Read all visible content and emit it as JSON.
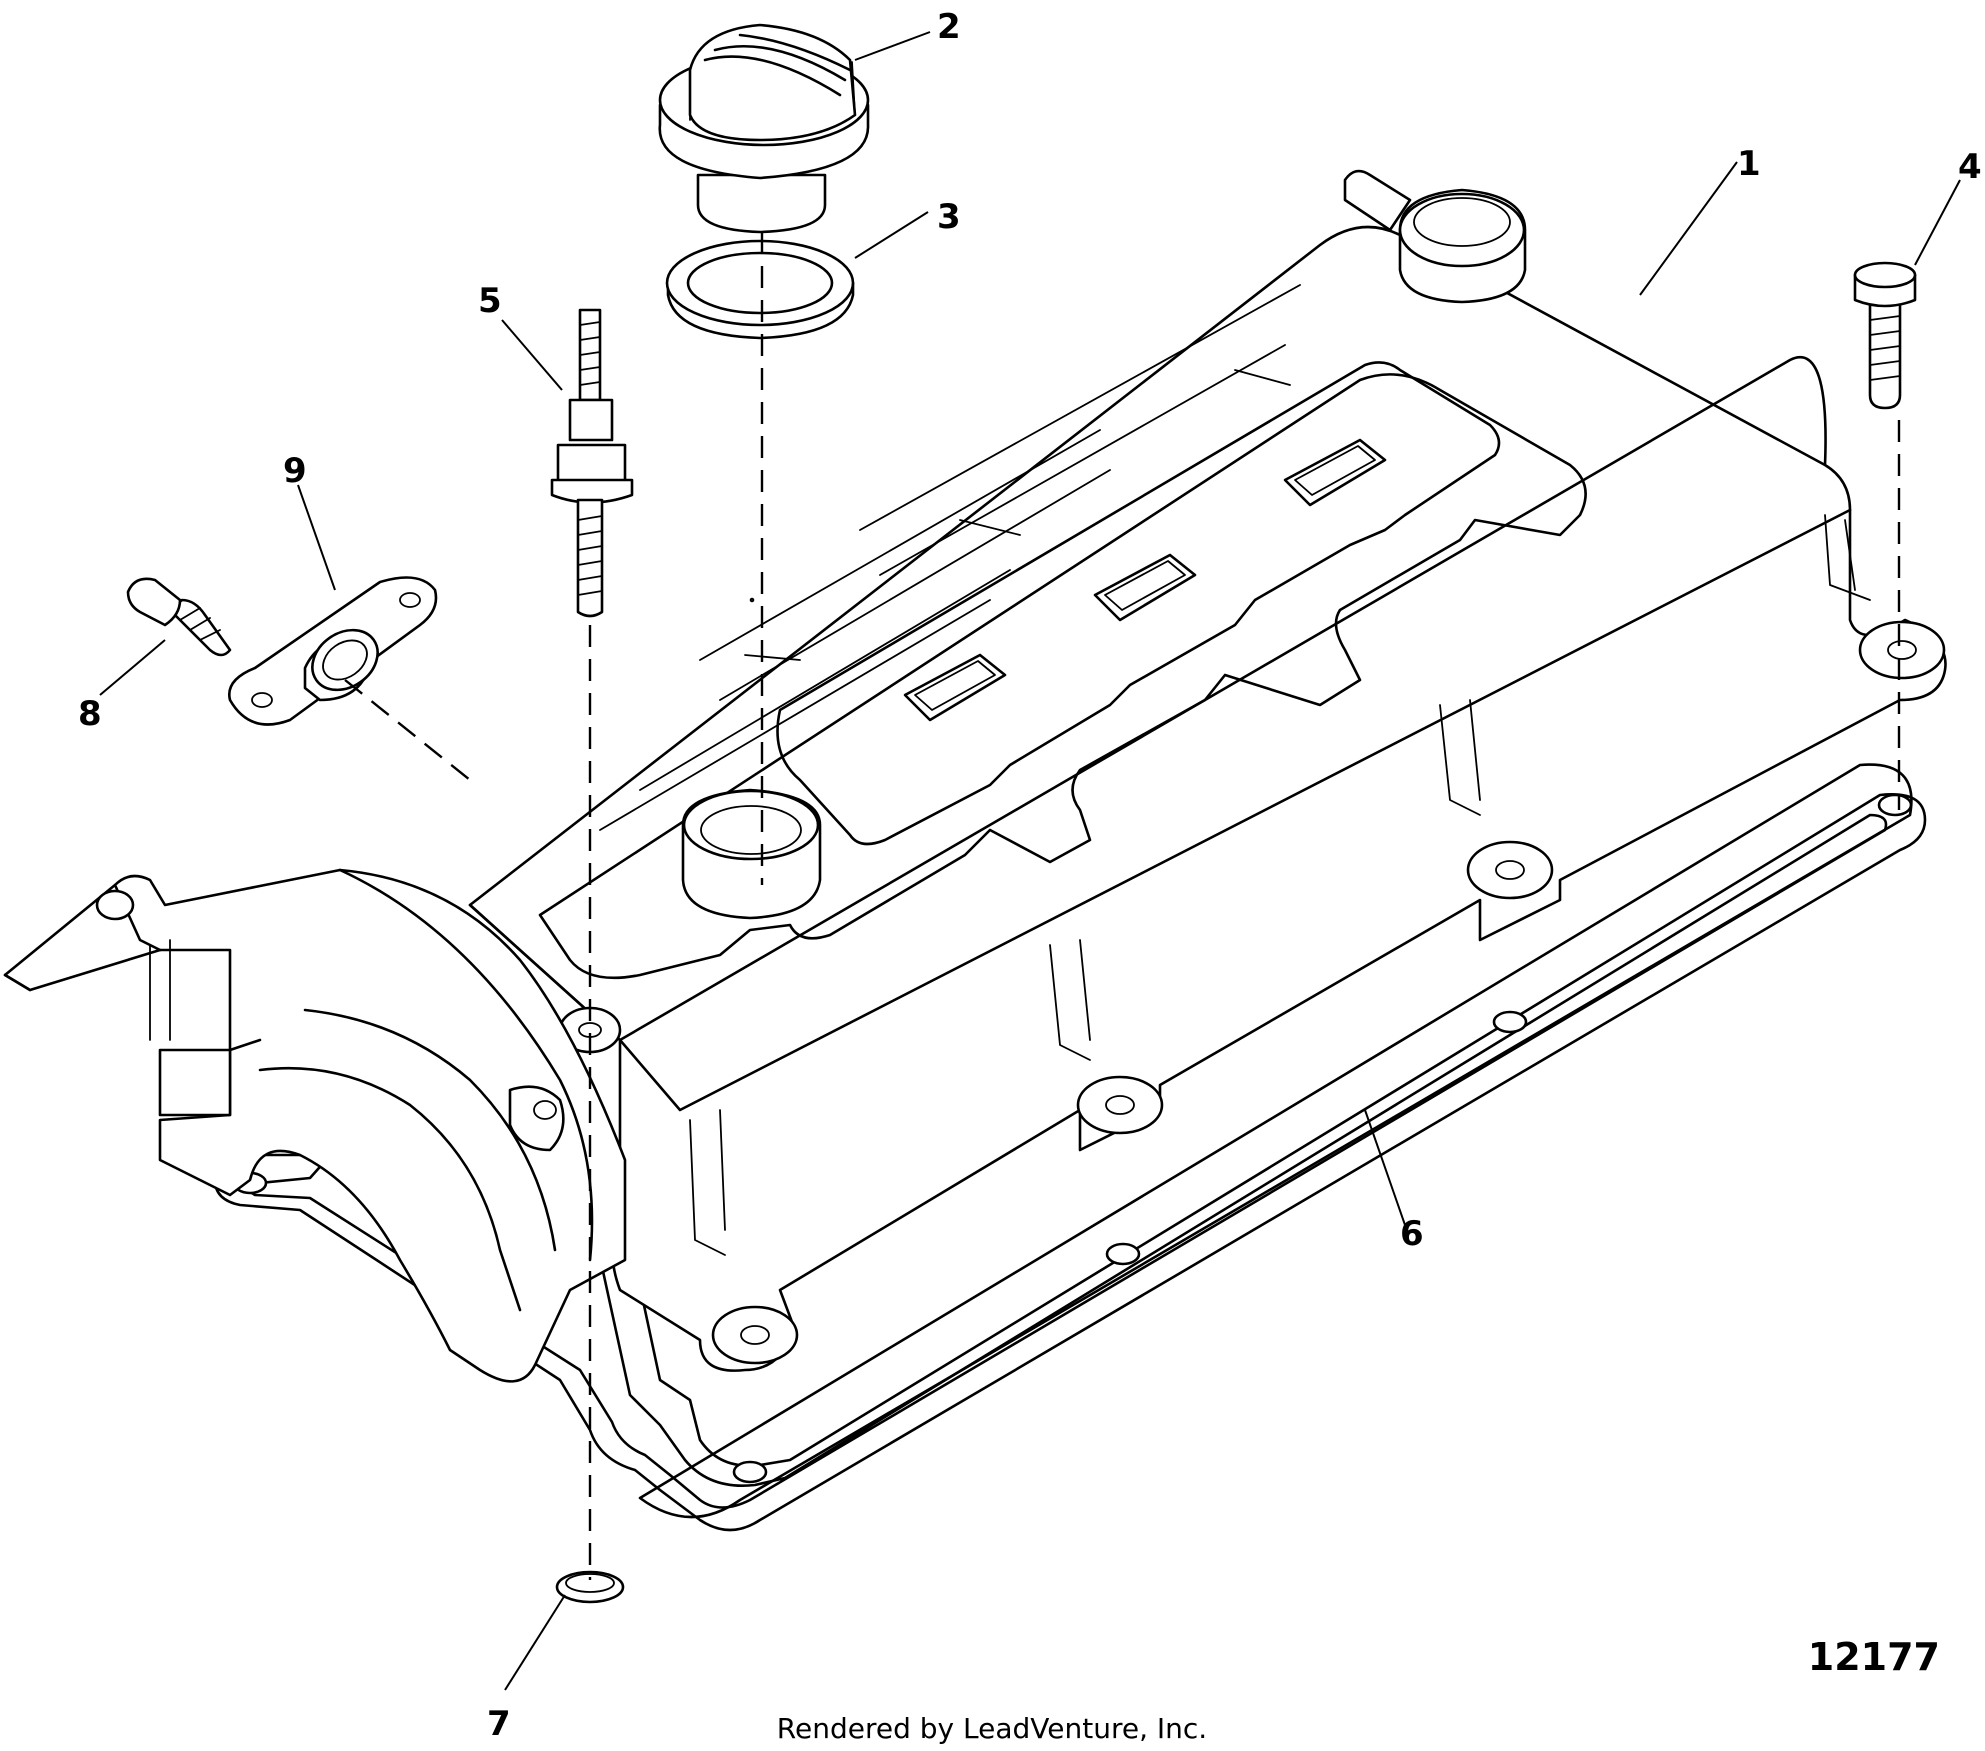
{
  "diagram": {
    "callouts": [
      {
        "id": "1",
        "label": "1"
      },
      {
        "id": "2",
        "label": "2"
      },
      {
        "id": "3",
        "label": "3"
      },
      {
        "id": "4",
        "label": "4"
      },
      {
        "id": "5",
        "label": "5"
      },
      {
        "id": "6",
        "label": "6"
      },
      {
        "id": "7",
        "label": "7"
      },
      {
        "id": "8",
        "label": "8"
      },
      {
        "id": "9",
        "label": "9"
      }
    ],
    "figure_number": "12177",
    "credit": "Rendered by LeadVenture, Inc."
  }
}
